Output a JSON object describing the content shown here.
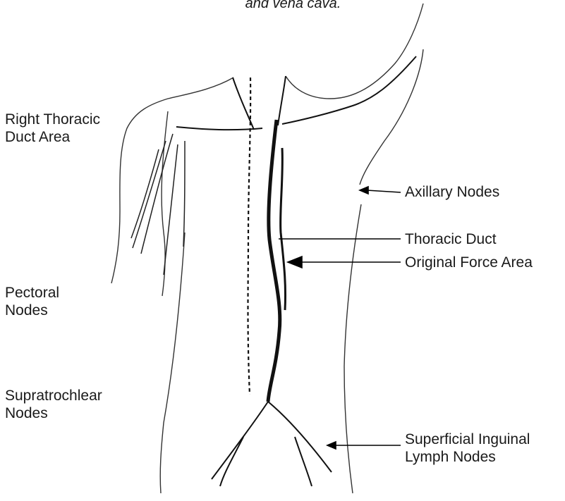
{
  "caption": "and vena cava.",
  "labels": {
    "right_thoracic_duct_area": [
      "Right Thoracic",
      "Duct Area"
    ],
    "pectoral_nodes": [
      "Pectoral",
      "Nodes"
    ],
    "supratrochlear_nodes": [
      "Supratrochlear",
      "Nodes"
    ],
    "axillary_nodes": "Axillary Nodes",
    "thoracic_duct": "Thoracic Duct",
    "original_force_area": "Original Force Area",
    "superficial_inguinal_lymph_nodes": [
      "Superficial Inguinal",
      "Lymph Nodes"
    ]
  }
}
